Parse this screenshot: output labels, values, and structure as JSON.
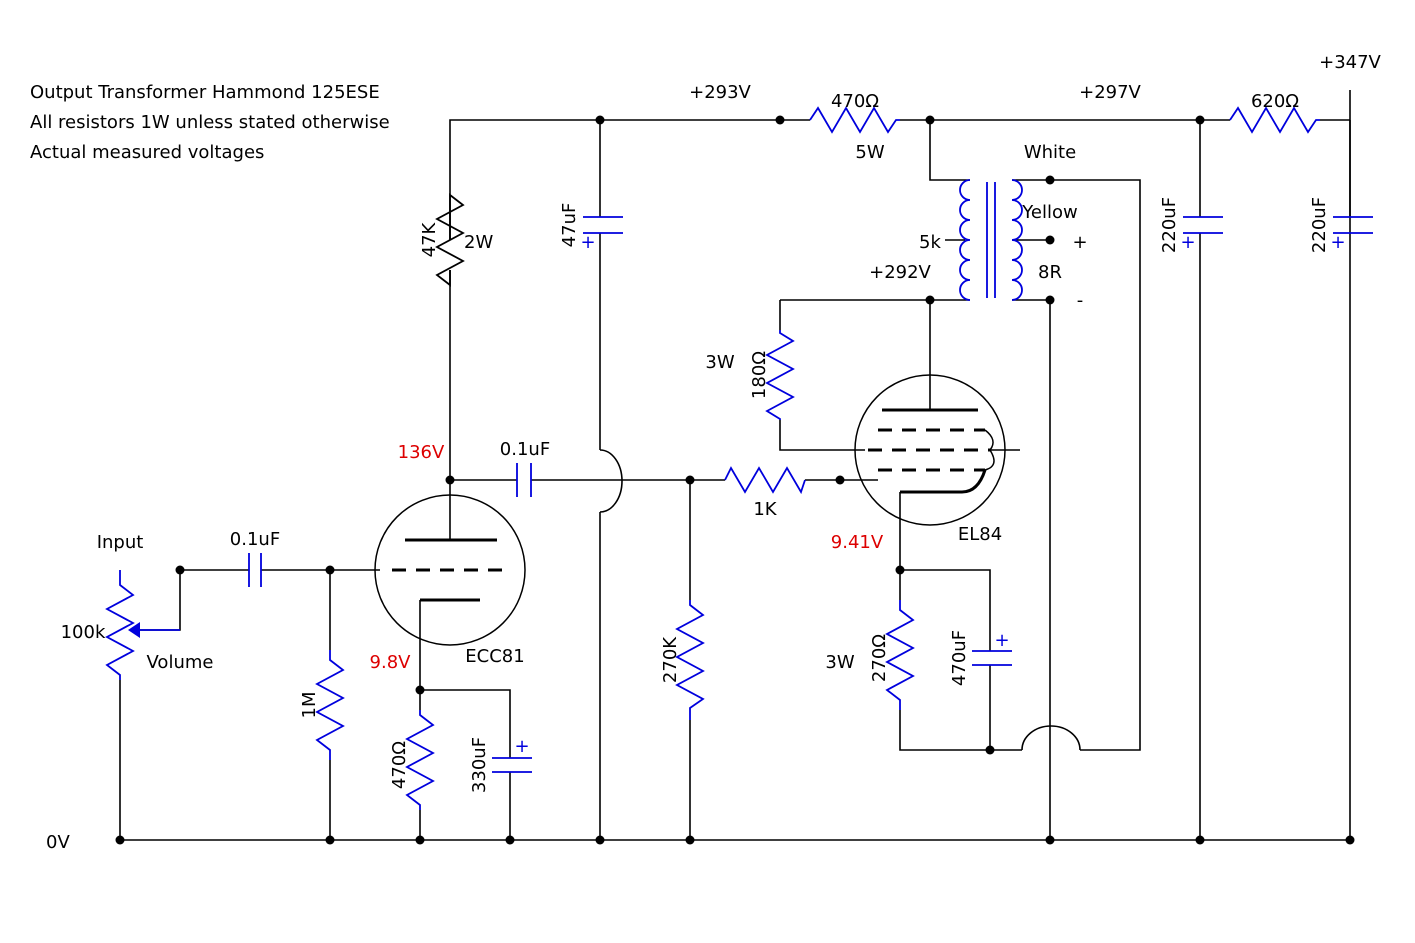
{
  "notes": {
    "line1": "Output Transformer Hammond 125ESE",
    "line2": "All resistors 1W unless stated otherwise",
    "line3": "Actual measured voltages"
  },
  "rails": {
    "v293": "+293V",
    "v297": "+297V",
    "v347": "+347V",
    "v292": "+292V",
    "ground": "0V"
  },
  "input": {
    "label": "Input",
    "pot_value": "100k",
    "pot_name": "Volume",
    "coupling_cap": "0.1uF",
    "grid_resistor": "1M"
  },
  "ecc81": {
    "name": "ECC81",
    "anode_resistor": "47K",
    "anode_resistor_power": "2W",
    "anode_voltage": "136V",
    "cathode_voltage": "9.8V",
    "cathode_resistor": "470Ω",
    "cathode_cap": "330uF"
  },
  "interstage": {
    "coupling_cap": "0.1uF",
    "grid_leak": "270K",
    "grid_stopper": "1K"
  },
  "el84": {
    "name": "EL84",
    "cathode_voltage": "9.41V",
    "screen_resistor": "180Ω",
    "screen_resistor_power": "3W",
    "cathode_resistor": "270Ω",
    "cathode_resistor_power": "3W",
    "cathode_cap": "470uF"
  },
  "supply": {
    "dropper1": "470Ω",
    "dropper1_power": "5W",
    "dropper2": "620Ω",
    "cap1": "47uF",
    "cap2": "220uF",
    "cap3": "220uF"
  },
  "transformer": {
    "primary": "5k",
    "secondary": "8R",
    "tap_white": "White",
    "tap_yellow": "Yellow",
    "plus": "+",
    "minus": "-"
  },
  "cap_polarity": "+"
}
